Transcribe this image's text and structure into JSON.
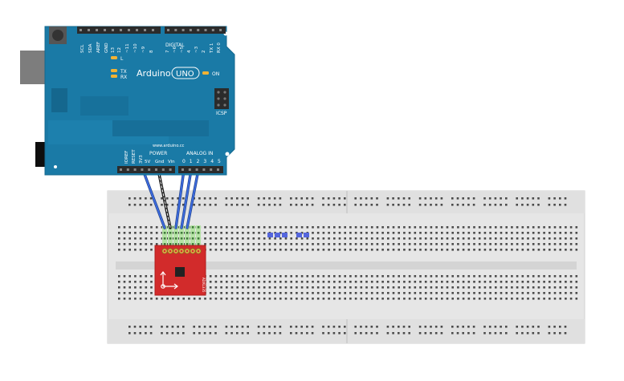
{
  "arduino": {
    "brand": "Arduino",
    "model": "UNO",
    "website": "www.arduino.cc",
    "on_label": "ON",
    "icsp_label": "ICSP",
    "digital_label": "DIGITAL",
    "power_label": "POWER",
    "analog_label": "ANALOG IN",
    "l_label": "L",
    "tx_label": "TX",
    "rx_label": "RX",
    "top_pins": [
      "SCL",
      "SDA",
      "AREF",
      "GND",
      "13",
      "12",
      "~11",
      "~10",
      "~9",
      "8",
      "7",
      "~6",
      "~5",
      "4",
      "~3",
      "2",
      "TX 1",
      "RX 0"
    ],
    "power_pins": [
      "IOREF",
      "RESET",
      "3V3",
      "5V",
      "Gnd",
      "Vin"
    ],
    "analog_pins": [
      "0",
      "1",
      "2",
      "3",
      "4",
      "5"
    ],
    "colors": {
      "board": "#1a7aa6",
      "board_dark": "#15678e",
      "header": "#2b2b2b",
      "led": "#f2b233"
    }
  },
  "breakout": {
    "label": "ADXL335",
    "colors": {
      "pcb": "#d22b2b",
      "chip": "#222222"
    }
  },
  "wires": {
    "color": "#3355cc",
    "gnd_color": "#1a1a1a"
  },
  "breadboard": {
    "colors": {
      "body": "#e8e8e8",
      "hole": "#444444",
      "highlight_green": "#b5e3a5",
      "highlight_blue": "#5566dd"
    }
  }
}
